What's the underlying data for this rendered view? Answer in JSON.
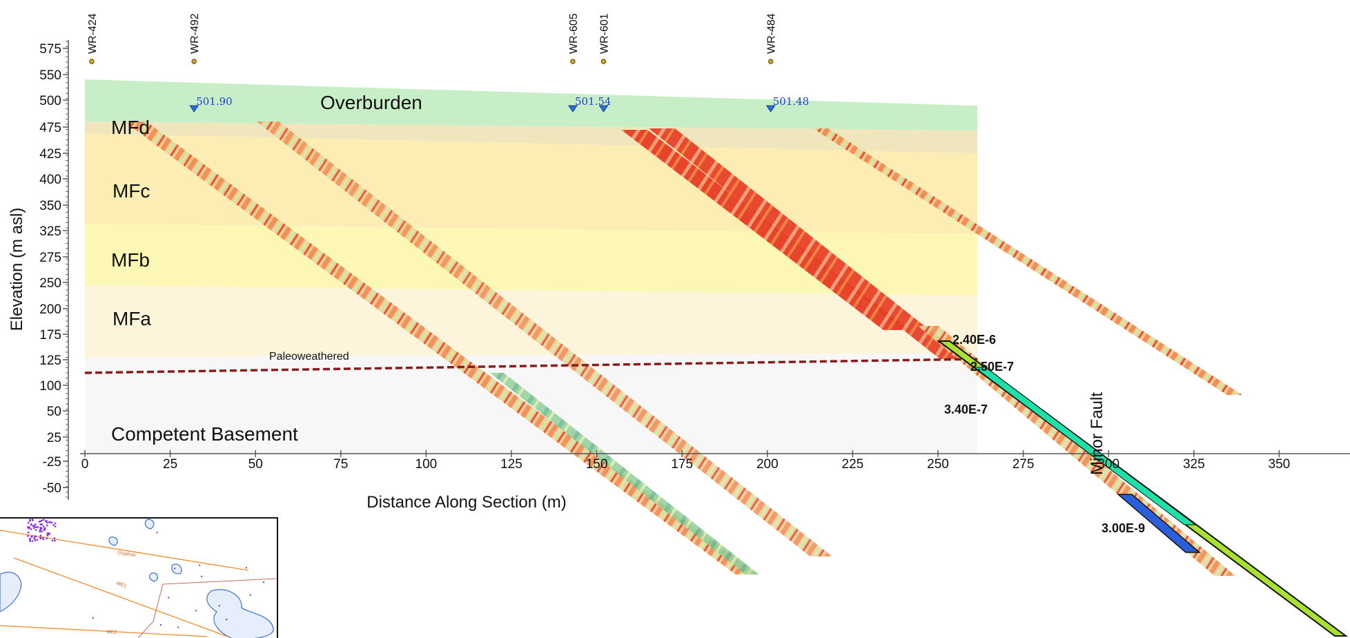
{
  "axes": {
    "x_title": "Distance  Along Section (m)",
    "y_title": "Elevation (m asl)",
    "x_ticks": [
      "0",
      "25",
      "50",
      "75",
      "100",
      "125",
      "150",
      "175",
      "200",
      "225",
      "250",
      "275",
      "300",
      "325",
      "350"
    ],
    "y_ticks": [
      "575",
      "550",
      "500",
      "475",
      "425",
      "400",
      "350",
      "325",
      "275",
      "250",
      "200",
      "175",
      "125",
      "100",
      "50",
      "25",
      "-25",
      "-50"
    ]
  },
  "units": {
    "overburden": "Overburden",
    "mfd": "MFd",
    "mfc": "MFc",
    "mfb": "MFb",
    "mfa": "MFa",
    "basement": "Competent Basement",
    "paleo": "Paleoweathered"
  },
  "wells": [
    {
      "name": "WR-424",
      "x": 2
    },
    {
      "name": "WR-492",
      "x": 32
    },
    {
      "name": "WR-605",
      "x": 143
    },
    {
      "name": "WR-601",
      "x": 152
    },
    {
      "name": "WR-484",
      "x": 201
    }
  ],
  "water_levels": [
    {
      "value": "501.90",
      "x": 32
    },
    {
      "value": "501.54",
      "x": 143
    },
    {
      "value": "501.54",
      "x": 152
    },
    {
      "value": "501.48",
      "x": 201
    }
  ],
  "fault": {
    "label": "Minor Fault",
    "k_values": [
      "2.40E-6",
      "2.50E-7",
      "3.40E-7",
      "3.00E-9"
    ]
  },
  "colors": {
    "overburden": "#c8eec8",
    "mfd": "#efe6be",
    "mfc": "#fbedb4",
    "mfb": "#fdf7b6",
    "mfa": "#fdf4dc",
    "basement": "#f7f7f7",
    "paleo_line": "#8b1a1a",
    "water_level": "#2a6fdb",
    "well_marker": "#e0a800",
    "fault_high": "#a8e033",
    "fault_mid": "#1fe0a8",
    "fault_low": "#2b5fd9"
  },
  "inset_map": {
    "labels": [
      "Gryphon",
      "WE1",
      "WE2"
    ]
  }
}
